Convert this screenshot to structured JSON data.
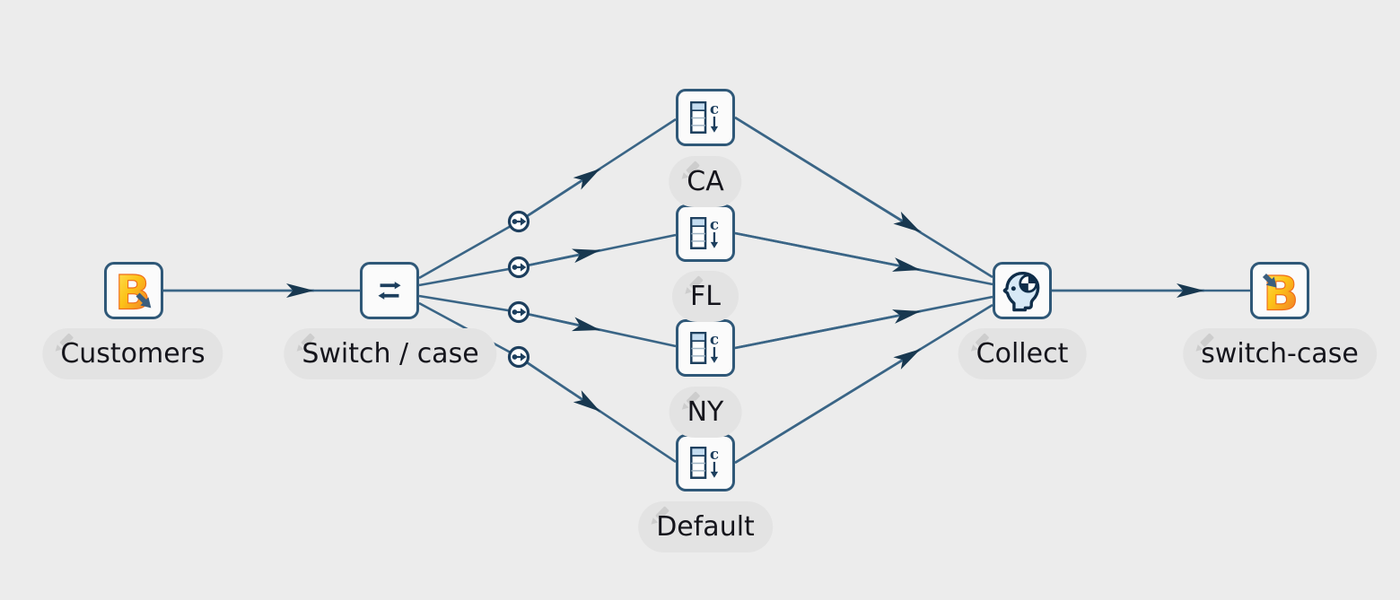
{
  "canvas": {
    "type": "dataflow-editor"
  },
  "colors": {
    "background": "#ececec",
    "node_fill": "#fbfbfb",
    "node_border": "#2f5878",
    "edge": "#3a6586",
    "arrowhead": "#183850",
    "label_pill": "#e3e3e3",
    "label_text": "#15151c",
    "pencil": "#cdcdcd",
    "icon_navy": "#1d3f5e",
    "icon_lightblue": "#c5ddf1",
    "head_fill": "#d7e9f6",
    "logo_yellow": "#ffe45c",
    "logo_orange": "#f59123",
    "logo_red": "#ef6c1a"
  },
  "nodes": [
    {
      "id": "customers",
      "label": "Customers",
      "icon": "bonobo-logo-export-icon"
    },
    {
      "id": "switch_case",
      "label": "Switch / case",
      "icon": "swap-arrows-icon"
    },
    {
      "id": "case_ca",
      "label": "CA",
      "icon": "table-sort-icon"
    },
    {
      "id": "case_fl",
      "label": "FL",
      "icon": "table-sort-icon"
    },
    {
      "id": "case_ny",
      "label": "NY",
      "icon": "table-sort-icon"
    },
    {
      "id": "case_default",
      "label": "Default",
      "icon": "table-sort-icon"
    },
    {
      "id": "collect",
      "label": "Collect",
      "icon": "head-target-icon"
    },
    {
      "id": "output",
      "label": "switch-case",
      "icon": "bonobo-logo-import-icon"
    }
  ],
  "edges": [
    {
      "from": "customers",
      "to": "switch_case"
    },
    {
      "from": "switch_case",
      "to": "case_ca",
      "connector": "hop"
    },
    {
      "from": "switch_case",
      "to": "case_fl",
      "connector": "hop"
    },
    {
      "from": "switch_case",
      "to": "case_ny",
      "connector": "hop"
    },
    {
      "from": "switch_case",
      "to": "case_default",
      "connector": "hop"
    },
    {
      "from": "case_ca",
      "to": "collect"
    },
    {
      "from": "case_fl",
      "to": "collect"
    },
    {
      "from": "case_ny",
      "to": "collect"
    },
    {
      "from": "case_default",
      "to": "collect"
    },
    {
      "from": "collect",
      "to": "output"
    }
  ]
}
